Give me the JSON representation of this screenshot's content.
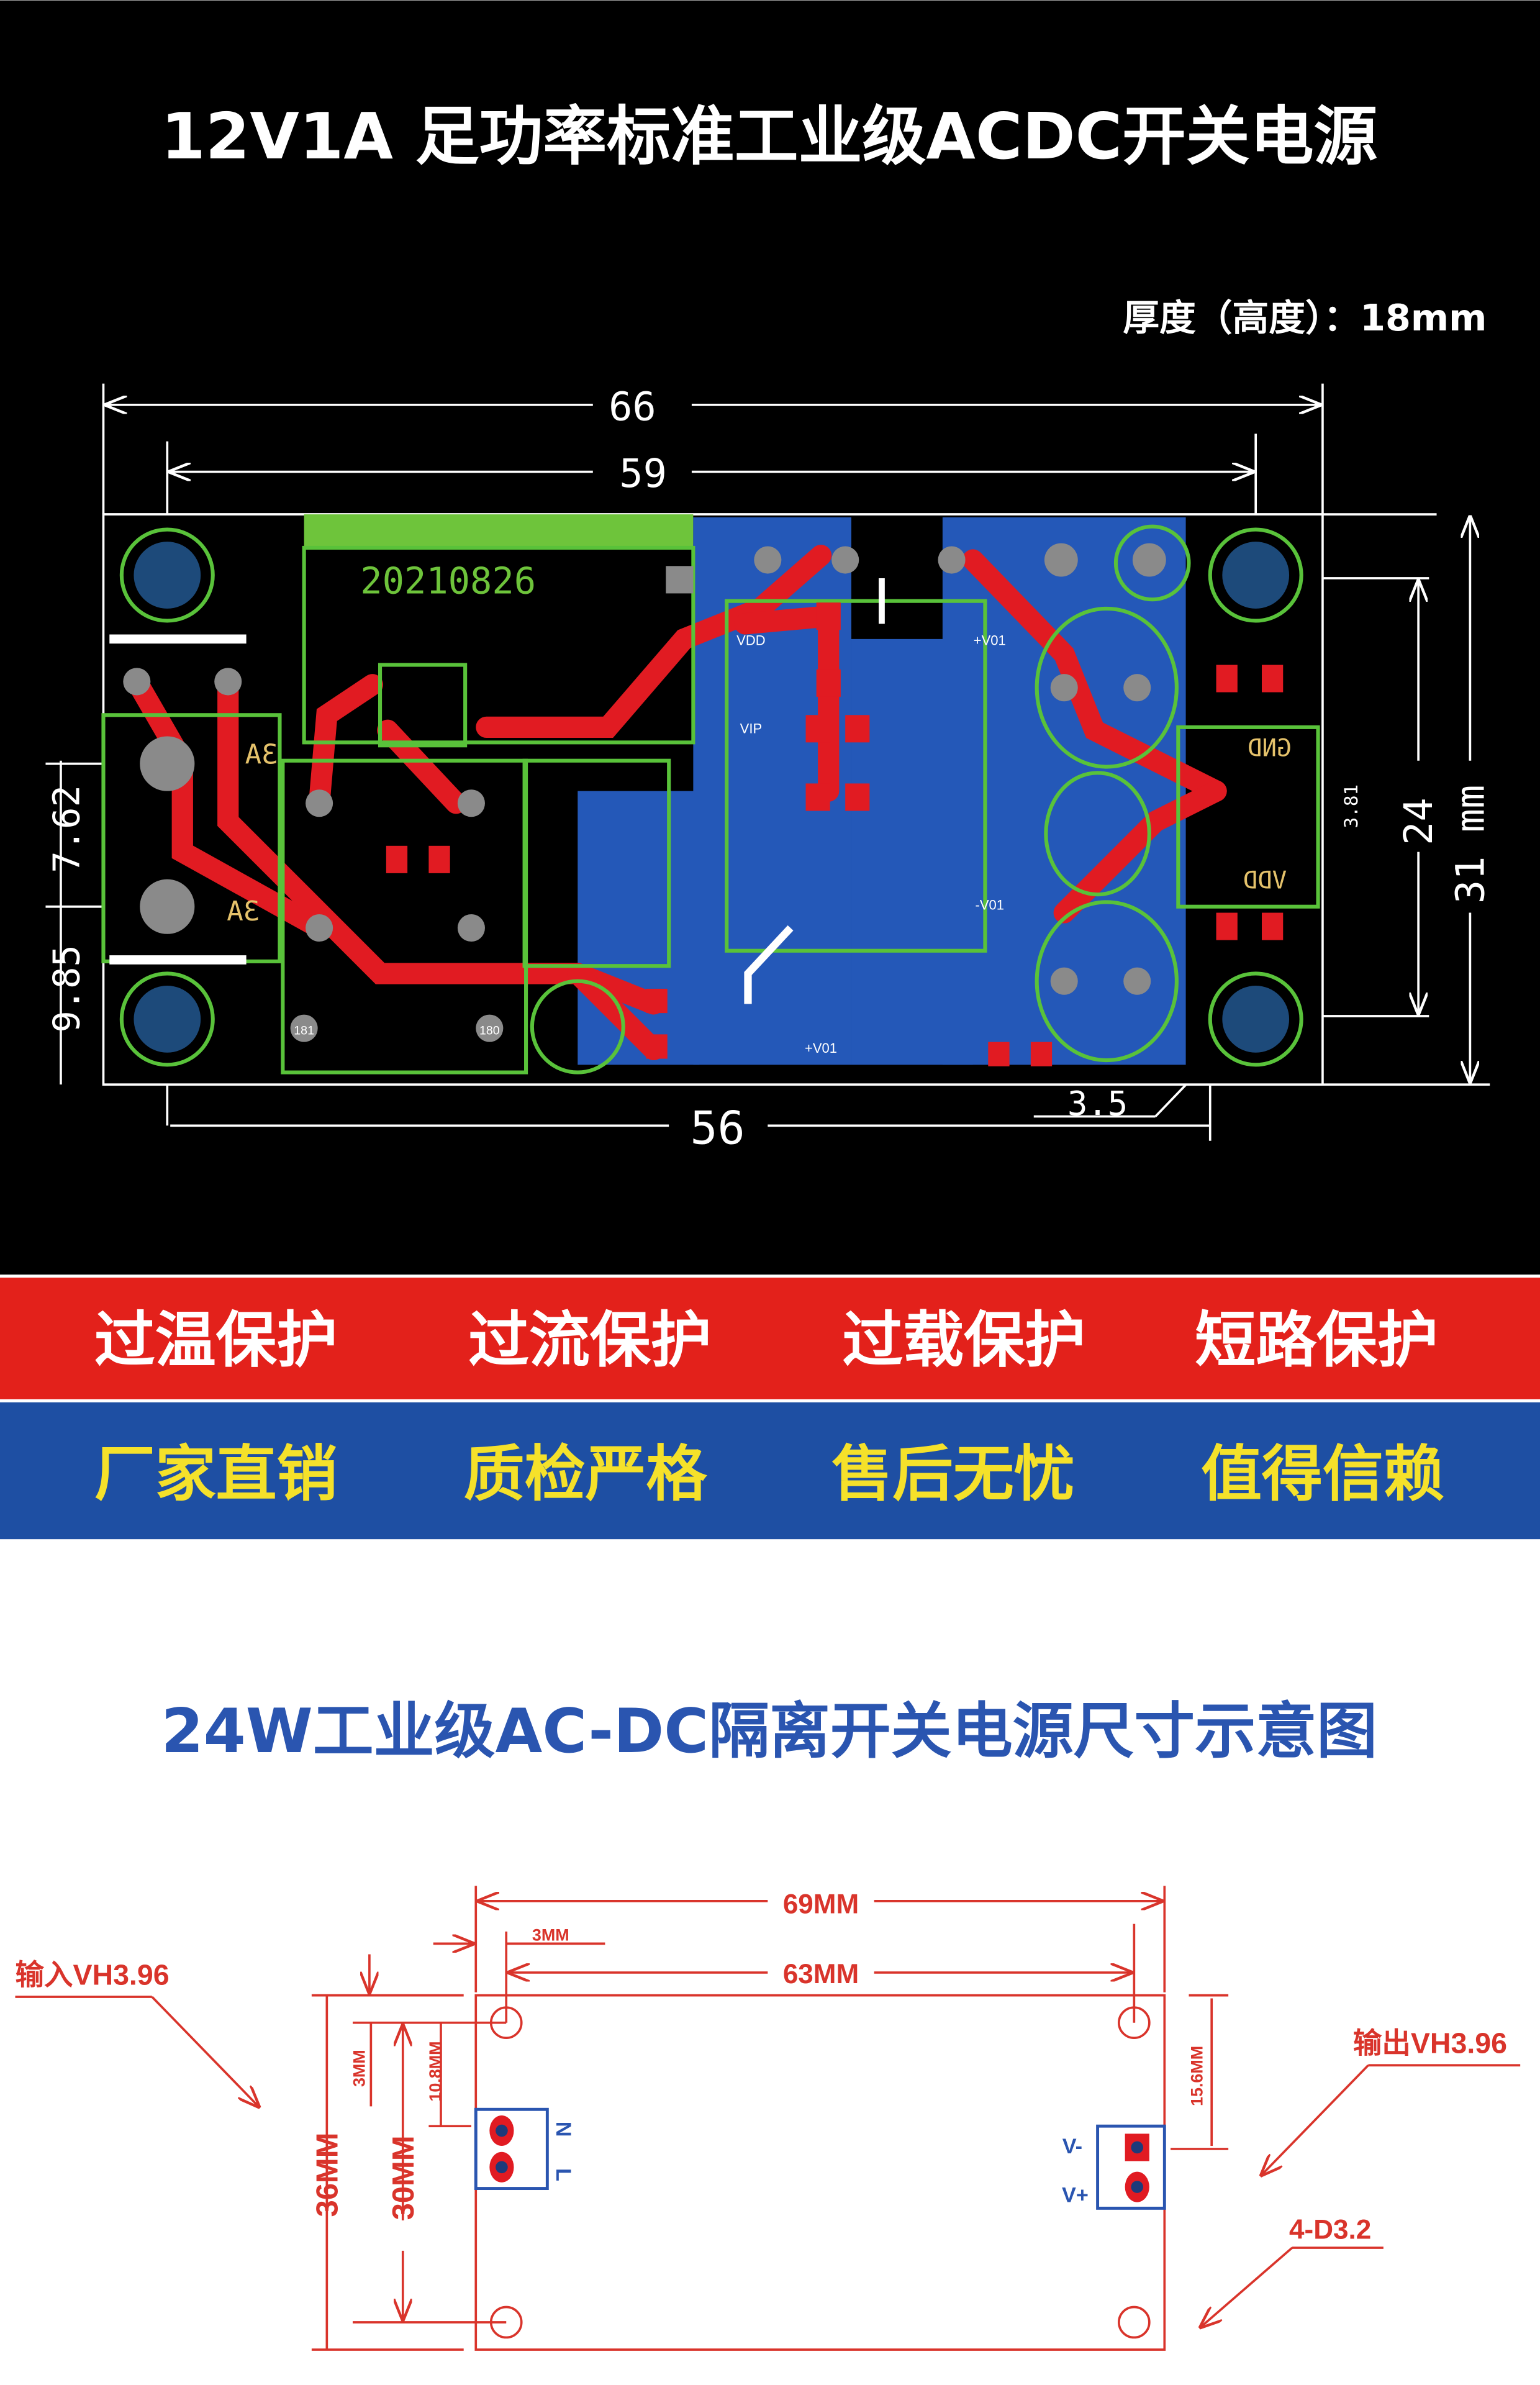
{
  "header": {
    "title": "12V1A 足功率标准工业级ACDC开关电源",
    "thickness": "厚度（高度）：18mm"
  },
  "pcb": {
    "date_code": "20210826",
    "dims": {
      "overall_width": "66",
      "hole_span": "59",
      "bottom_span": "56",
      "edge_offset": "3.5",
      "height_inner": "24",
      "height_total": "31 mm",
      "left_a": "9.85",
      "left_b": "7.62",
      "pitch": "3.81"
    },
    "labels": {
      "ac_current_1": "3A",
      "ac_current_2": "3A",
      "gnd": "GND",
      "vdd_out": "VDD",
      "vdd": "VDD",
      "vip": "VIP",
      "v01_pos": "+V01",
      "v01_neg": "-V01",
      "v01_pos_2": "+V01",
      "r1": "181",
      "r2": "180"
    }
  },
  "banners": {
    "red": [
      "过温保护",
      "过流保护",
      "过载保护",
      "短路保护"
    ],
    "blue": [
      "厂家直销",
      "质检严格",
      "售后无忧",
      "值得信赖"
    ],
    "colors": {
      "red": "#e3211b",
      "blue": "#1e4fa3",
      "yellow": "#f5e12a"
    }
  },
  "drawing": {
    "title": "24W工业级AC-DC隔离开关电源尺寸示意图",
    "dims": {
      "width": "69MM",
      "hole_span": "63MM",
      "hole_offset": "3MM",
      "hole_offset_v": "3MM",
      "height": "36MM",
      "hole_vspan": "30MM",
      "input_offset": "10.8MM",
      "output_offset": "15.6MM"
    },
    "callouts": {
      "input": "输入VH3.96",
      "output": "输出VH3.96",
      "holes": "4-D3.2"
    },
    "pins": {
      "n": "N",
      "l": "L",
      "vneg": "V-",
      "vpos": "V+"
    }
  }
}
